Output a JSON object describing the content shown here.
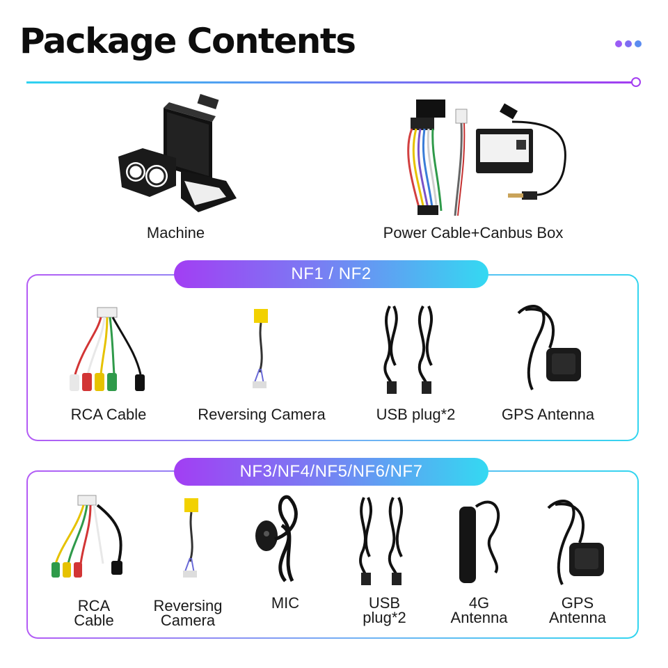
{
  "header": {
    "title": "Package Contents",
    "dots_icon": "more-dots-icon"
  },
  "top_items": [
    {
      "label": "Machine"
    },
    {
      "label": "Power Cable+Canbus Box"
    }
  ],
  "sections": [
    {
      "title": "NF1 / NF2",
      "items": [
        {
          "label": "RCA Cable"
        },
        {
          "label": "Reversing Camera"
        },
        {
          "label": "USB plug*2"
        },
        {
          "label": "GPS Antenna"
        }
      ]
    },
    {
      "title": "NF3/NF4/NF5/NF6/NF7",
      "items": [
        {
          "label": "RCA Cable"
        },
        {
          "label": "Reversing Camera"
        },
        {
          "label": "MIC"
        },
        {
          "label": "USB plug*2"
        },
        {
          "label": "4G Antenna"
        },
        {
          "label": "GPS Antenna"
        }
      ]
    }
  ],
  "colors": {
    "gradient_start": "#a23ef3",
    "gradient_end": "#34d9f2",
    "text": "#1a1a1a"
  }
}
